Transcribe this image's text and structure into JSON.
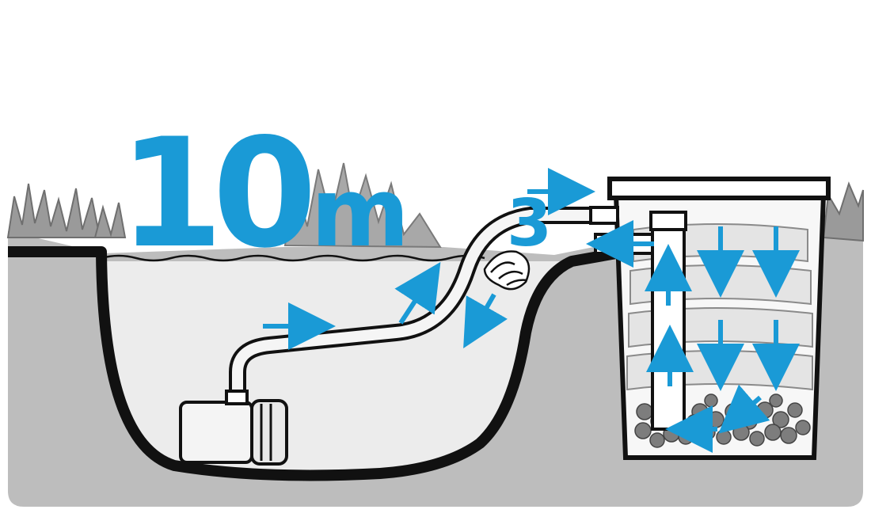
{
  "label": {
    "number": "10",
    "unit": "m",
    "exponent": "3"
  },
  "colors": {
    "accent": "#1a9ad6",
    "ground": "#bdbdbd",
    "water": "#ececec",
    "outline": "#111111",
    "gravel": "#7d7d7d",
    "grass": "#8a8a8a"
  },
  "icons": [
    "flow-arrow-icon",
    "pump-icon",
    "filter-box-icon",
    "gravel-icon",
    "hose-icon"
  ]
}
